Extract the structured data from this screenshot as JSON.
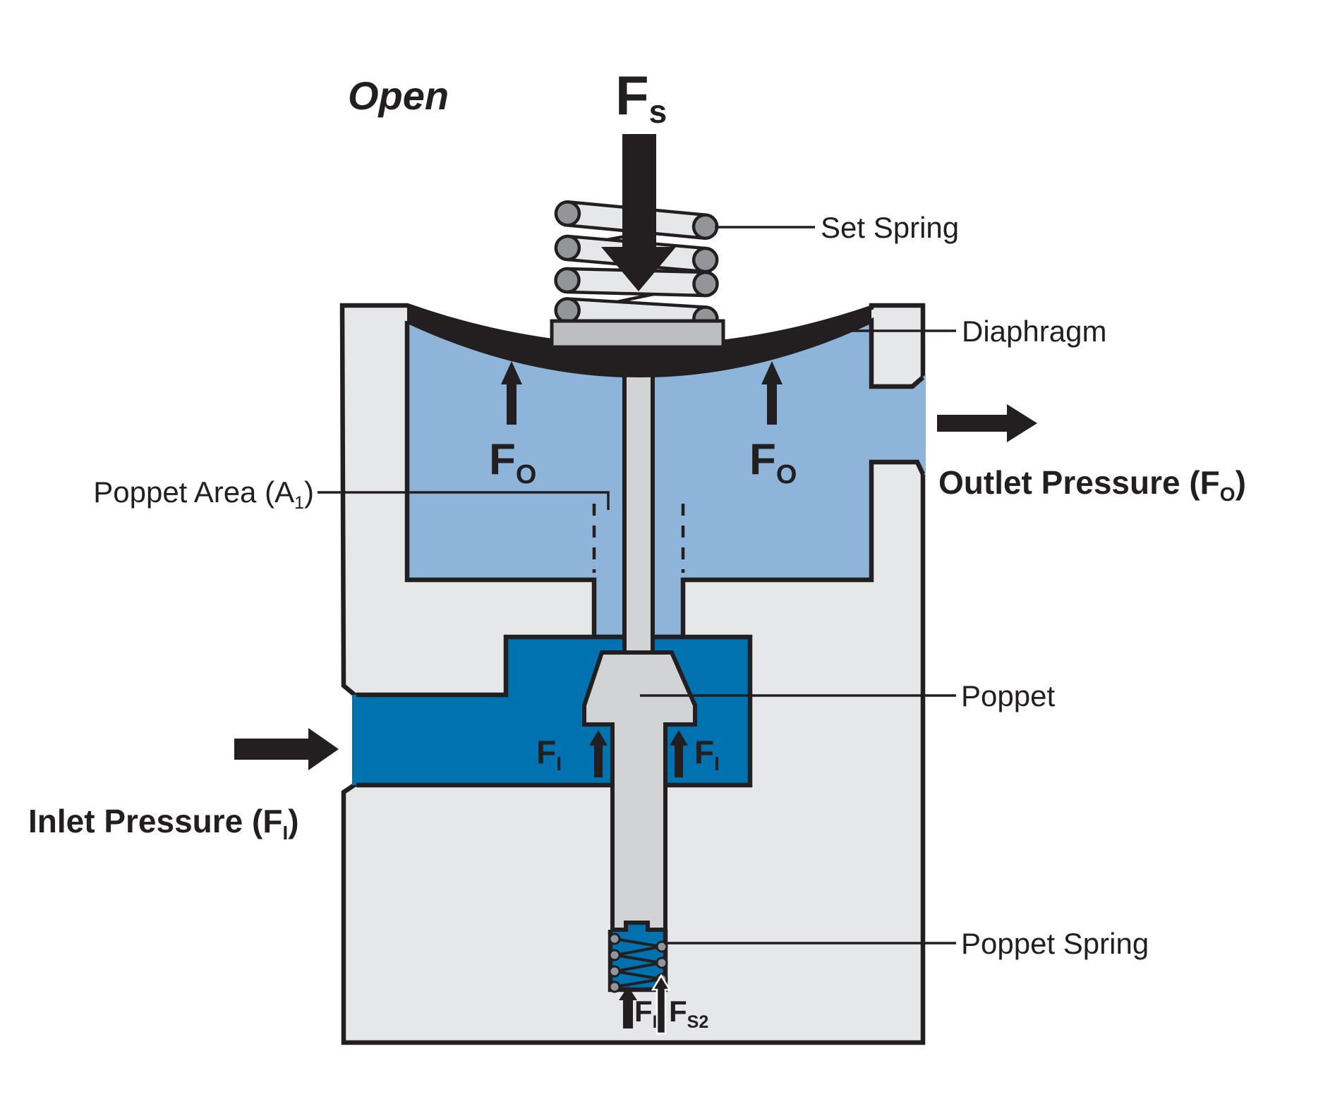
{
  "title": "Open",
  "colors": {
    "background": "#ffffff",
    "ink": "#231F20",
    "body": "#E6E7E8",
    "stem": "#D1D3D4",
    "plate": "#BCBEC0",
    "coilend": "#939598",
    "outlet": "#8FB4DA",
    "inlet": "#0072B0"
  },
  "labels": {
    "set_spring": "Set Spring",
    "diaphragm": "Diaphragm",
    "poppet": "Poppet",
    "poppet_spring": "Poppet Spring",
    "poppet_area": {
      "main": "Poppet Area (A",
      "sub": "1",
      "close": ")"
    },
    "outlet_pressure": {
      "main": "Outlet Pressure (F",
      "sub": "O",
      "close": ")"
    },
    "inlet_pressure": {
      "main": "Inlet Pressure (F",
      "sub": "I",
      "close": ")"
    }
  },
  "forces": {
    "set_spring_force": {
      "main": "F",
      "sub": "s"
    },
    "outlet_force": {
      "main": "F",
      "sub": "O"
    },
    "inlet_force": {
      "main": "F",
      "sub": "I"
    },
    "poppet_spring_force": {
      "main": "F",
      "sub": "S2"
    }
  }
}
